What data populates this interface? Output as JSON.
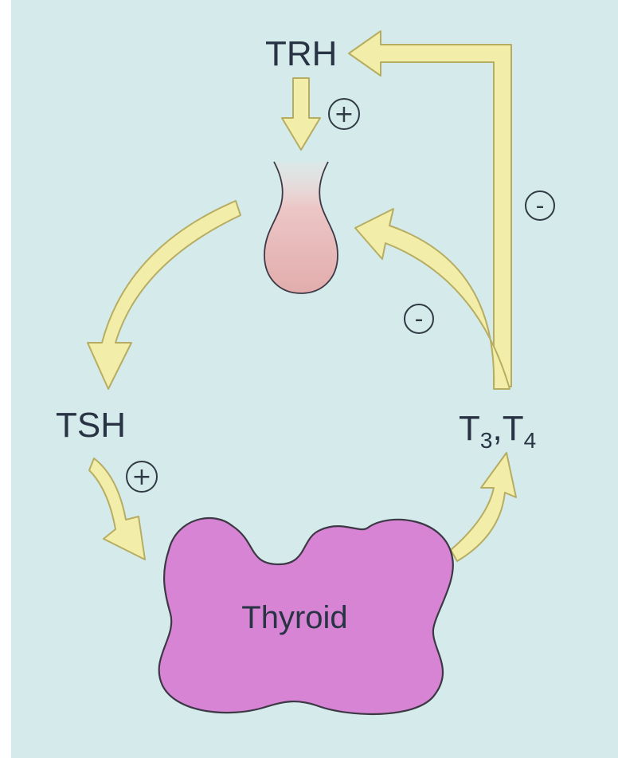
{
  "labels": {
    "trh": "TRH",
    "tsh": "TSH",
    "t3t4": {
      "t1": "T",
      "sub1": "3",
      "comma": ",",
      "t2": "T",
      "sub2": "4"
    },
    "thyroid": "Thyroid"
  },
  "signs": {
    "trh_to_pituitary": "+",
    "tsh_to_thyroid": "+",
    "feedback_hypothalamus": "-",
    "feedback_pituitary": "-"
  },
  "colors": {
    "background": "#d5eaea",
    "arrow_fill": "#f2eeaa",
    "arrow_stroke": "#b7ad62",
    "pituitary": "#e4b0b0",
    "thyroid": "#d884d4",
    "outline": "#3d3845"
  }
}
